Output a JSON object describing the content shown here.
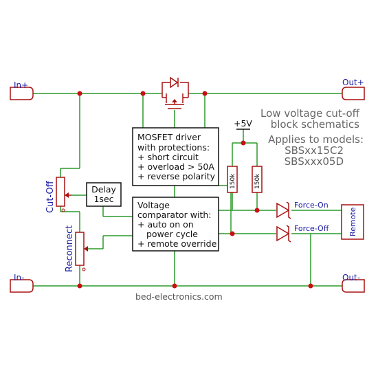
{
  "ports": {
    "in_plus": "In+",
    "in_minus": "In-",
    "out_plus": "Out+",
    "out_minus": "Out-"
  },
  "title": {
    "line1": "Low voltage cut-off",
    "line2": "block schematics",
    "line3": "Applies to models:",
    "model1": "SBSxx15C2",
    "model2": "SBSxxx05D"
  },
  "mosfet_box": {
    "line1": "MOSFET driver",
    "line2": "with protections:",
    "line3": "+ short circuit",
    "line4": "+ overload > 50A",
    "line5": "+ reverse polarity"
  },
  "comparator_box": {
    "line1": "Voltage",
    "line2": "comparator with:",
    "line3": "+ auto on on",
    "line4": "power cycle",
    "line5": "+ remote override"
  },
  "delay_box": {
    "line1": "Delay",
    "line2": "1sec"
  },
  "pots": {
    "cutoff": "Cut-Off",
    "reconnect": "Reconnect"
  },
  "resistors": {
    "r1": "150k",
    "r2": "150k"
  },
  "supply": "+5V",
  "diodes": {
    "force_on": "Force-On",
    "force_off": "Force-Off"
  },
  "remote": "Remote",
  "footer": "bed-electronics.com"
}
